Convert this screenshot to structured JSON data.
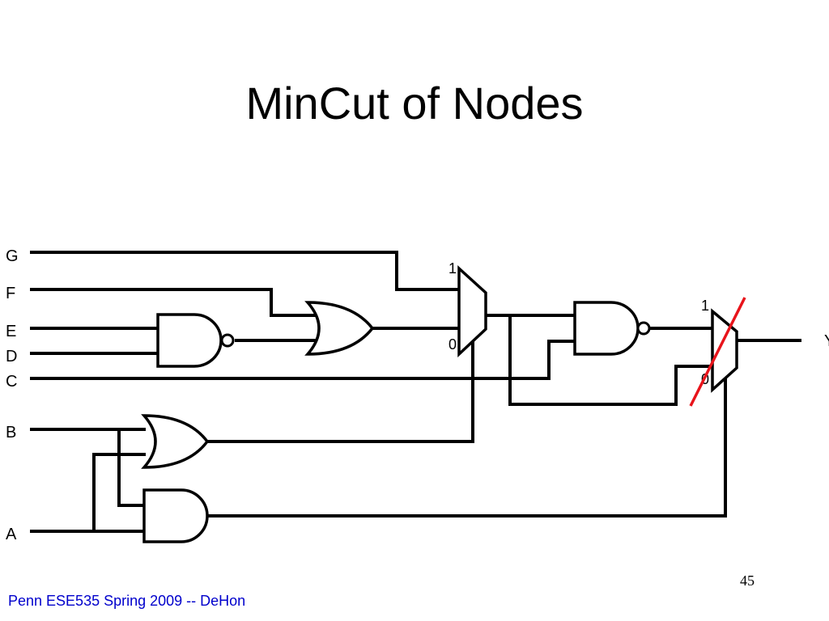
{
  "slide": {
    "title": "MinCut of Nodes",
    "page_number": "45",
    "footer": "Penn ESE535 Spring 2009 -- DeHon"
  },
  "diagram": {
    "input_labels": [
      "G",
      "F",
      "E",
      "D",
      "C",
      "B",
      "A"
    ],
    "mux1_labels": {
      "one": "1",
      "zero": "0"
    },
    "mux2_labels": {
      "one": "1",
      "zero": "0"
    },
    "output_label": "Y",
    "cut_color": "#e8141b"
  }
}
